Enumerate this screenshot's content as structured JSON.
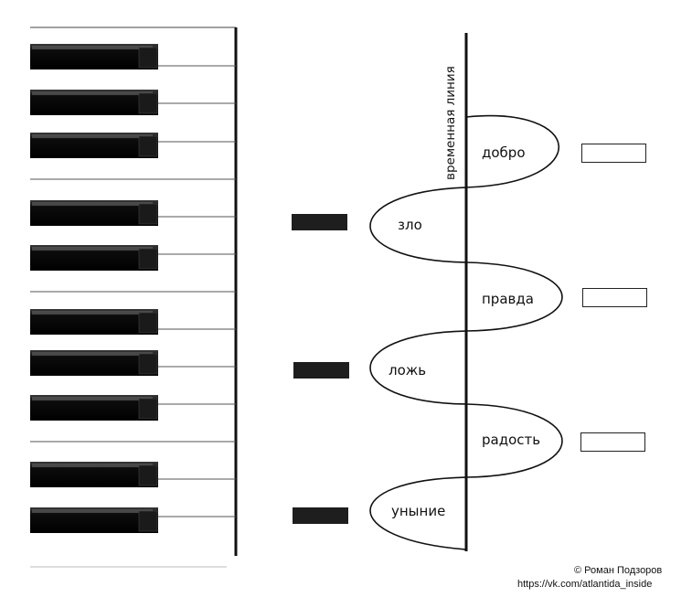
{
  "diagram": {
    "timeline_label": "временная линия",
    "right_words": [
      "добро",
      "правда",
      "радость"
    ],
    "left_words": [
      "зло",
      "ложь",
      "уныние"
    ],
    "right_box_color": "#ffffff",
    "left_box_color": "#1e1e1e"
  },
  "piano": {
    "white_key_color": "#ffffff",
    "black_key_color": "#111111",
    "black_key_count": 10
  },
  "credits": {
    "author": "© Роман Подзоров",
    "url": "https://vk.com/atlantida_inside"
  }
}
